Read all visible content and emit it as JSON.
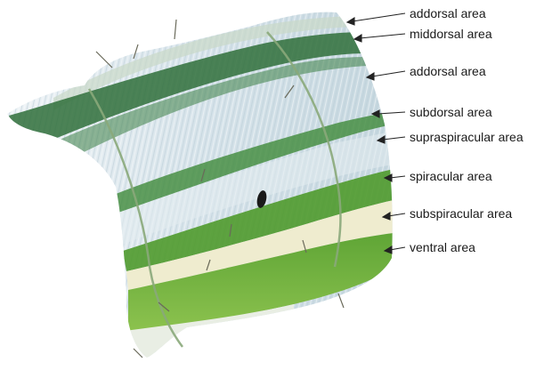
{
  "labels": [
    {
      "id": "addorsal-top",
      "text": "addorsal area"
    },
    {
      "id": "middorsal",
      "text": "middorsal area"
    },
    {
      "id": "addorsal-lower",
      "text": "addorsal area"
    },
    {
      "id": "subdorsal",
      "text": "subdorsal area"
    },
    {
      "id": "supraspiracular",
      "text": "supraspiracular area"
    },
    {
      "id": "spiracular",
      "text": "spiracular area"
    },
    {
      "id": "subspiracular",
      "text": "subspiracular area"
    },
    {
      "id": "ventral",
      "text": "ventral area"
    }
  ],
  "colors": {
    "dorsal_dark_green": "#2f6f3a",
    "pale_blue_white": "#dfeaf0",
    "spiracular_green": "#4f9a2c",
    "subspiracular_cream": "#efeccf",
    "ventral_green": "#6cae3a",
    "spiracle_black": "#1a1a1a",
    "label_text": "#1a1a1a",
    "arrow": "#222222"
  }
}
